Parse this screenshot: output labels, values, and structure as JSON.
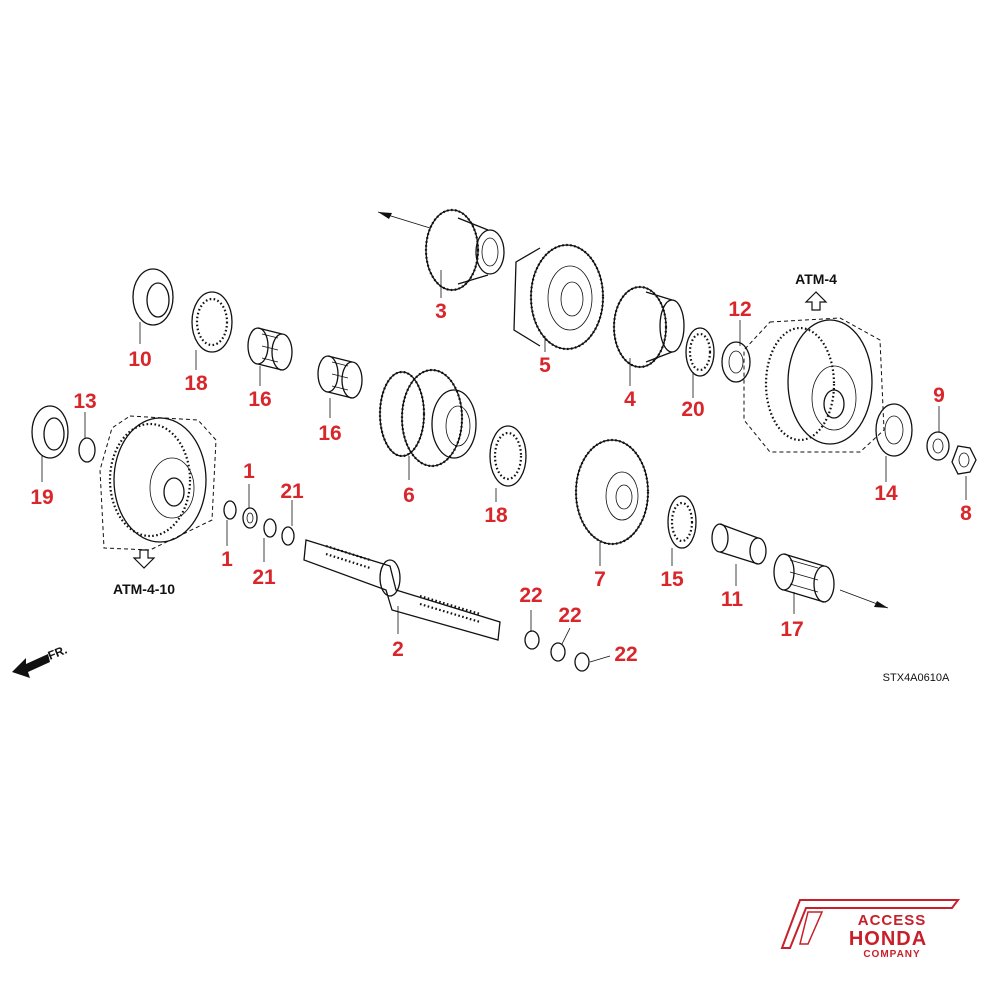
{
  "callouts": {
    "n1a": "1",
    "n1b": "1",
    "n2": "2",
    "n3": "3",
    "n4": "4",
    "n5": "5",
    "n6": "6",
    "n7": "7",
    "n8": "8",
    "n9": "9",
    "n10": "10",
    "n11": "11",
    "n12": "12",
    "n13": "13",
    "n14": "14",
    "n15": "15",
    "n16a": "16",
    "n16b": "16",
    "n17": "17",
    "n18a": "18",
    "n18b": "18",
    "n19": "19",
    "n20": "20",
    "n21a": "21",
    "n21b": "21",
    "n22a": "22",
    "n22b": "22",
    "n22c": "22"
  },
  "refs": {
    "atm4": "ATM-4",
    "atm410": "ATM-4-10"
  },
  "front_marker": "FR.",
  "diagram_code": "STX4A0610A",
  "logo": {
    "line1": "ACCESS",
    "line2": "HONDA",
    "line3": "COMPANY",
    "color": "#c8202a"
  },
  "callout_color": "#d9262b"
}
